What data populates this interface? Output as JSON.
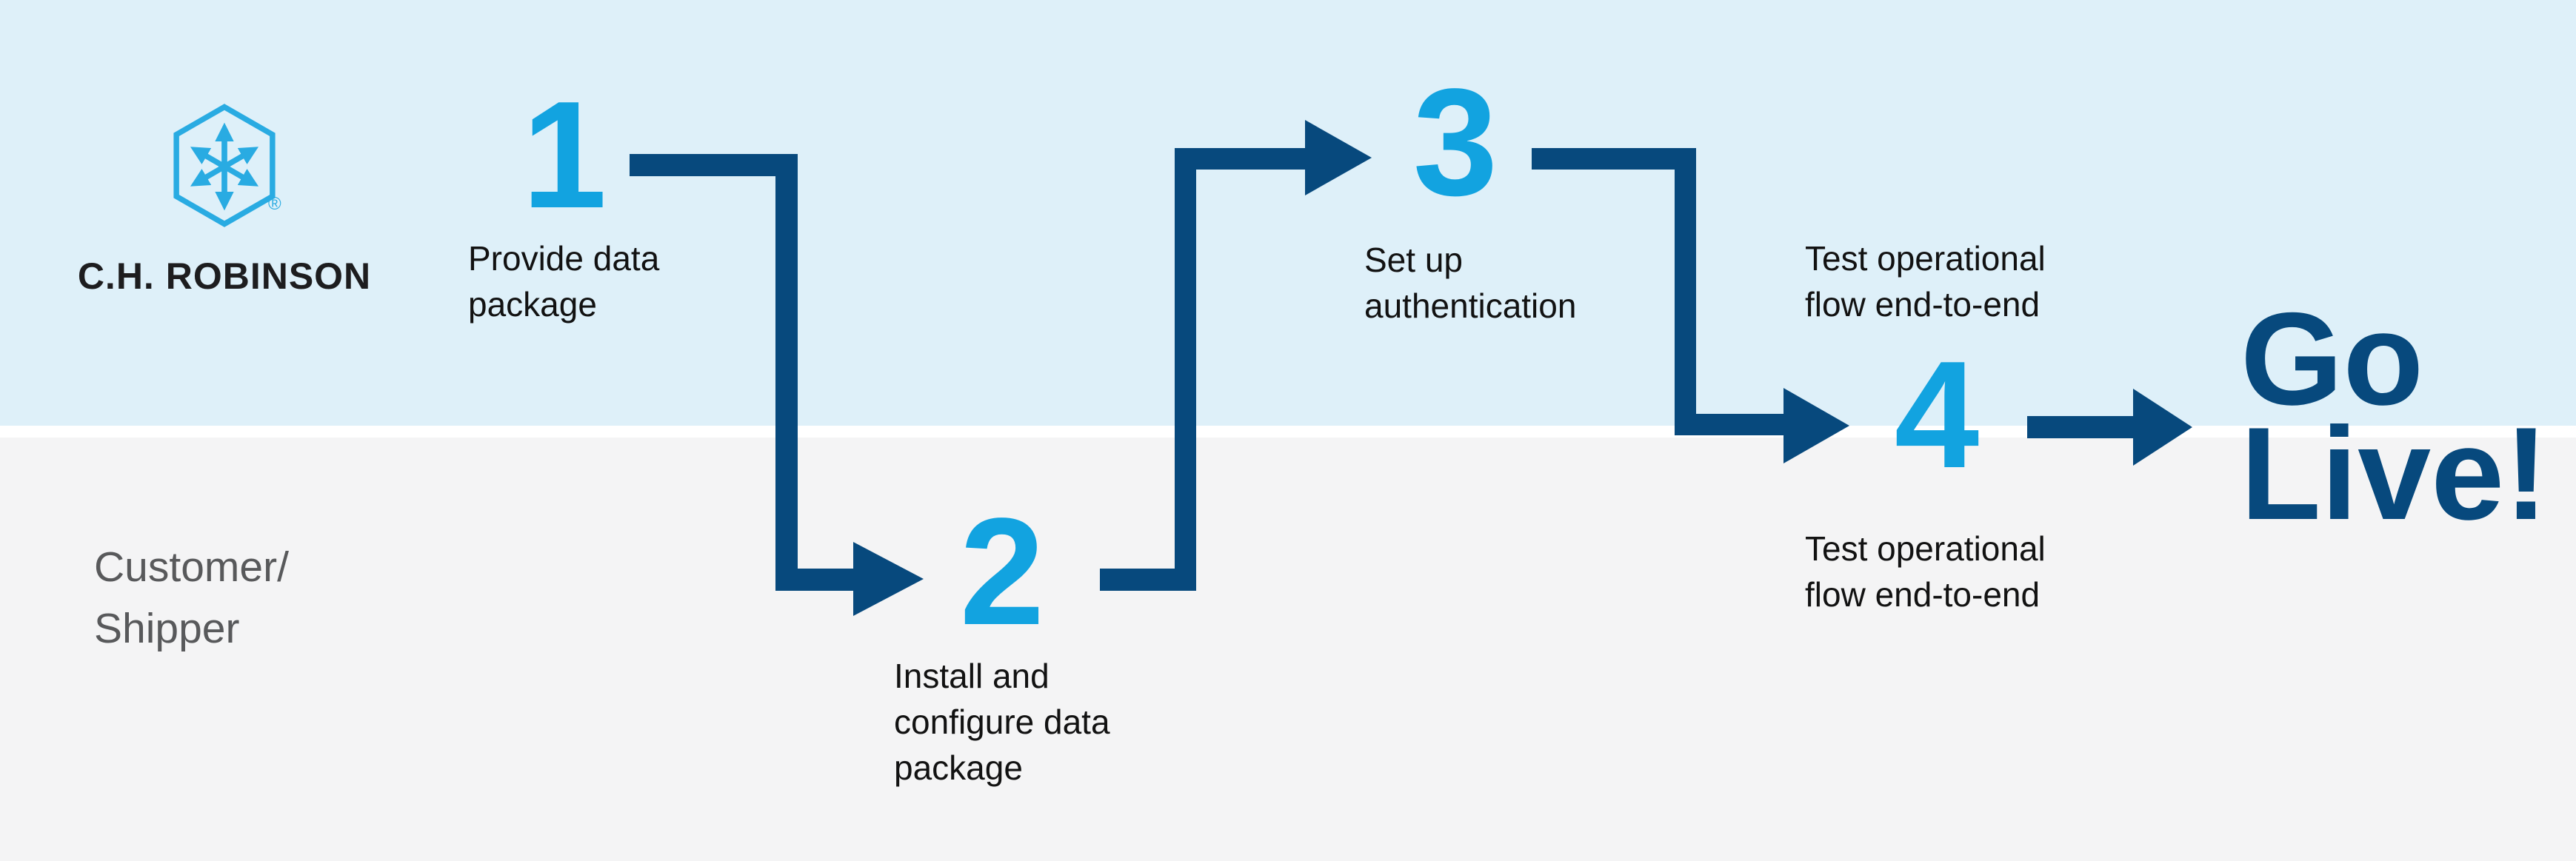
{
  "colors": {
    "lane_top_bg": "#def0f9",
    "lane_bottom_bg": "#f4f4f5",
    "divider": "#ffffff",
    "navy": "#07497d",
    "cyan": "#12a3e0",
    "logo_cyan": "#29abe2",
    "label_text": "#121212",
    "lane_label_text": "#58595b",
    "wordmark_text": "#1d1d1f"
  },
  "logo": {
    "icon": "chrobinson-hexagon-cube-arrows-icon",
    "wordmark": "C.H. ROBINSON",
    "registered_mark": "®"
  },
  "lanes": [
    {
      "label": "C.H. ROBINSON"
    },
    {
      "label_lines": [
        "Customer/",
        "Shipper"
      ]
    }
  ],
  "steps": [
    {
      "number": "1",
      "label_lines": [
        "Provide data",
        "package"
      ]
    },
    {
      "number": "2",
      "label_lines": [
        "Install and",
        "configure data",
        "package"
      ]
    },
    {
      "number": "3",
      "label_lines": [
        "Set up",
        "authentication"
      ]
    },
    {
      "number": "4",
      "label_top_lines": [
        "Test operational",
        "flow end-to-end"
      ],
      "label_bottom_lines": [
        "Test operational",
        "flow end-to-end"
      ]
    }
  ],
  "finish": {
    "lines": [
      "Go",
      "Live!"
    ]
  }
}
